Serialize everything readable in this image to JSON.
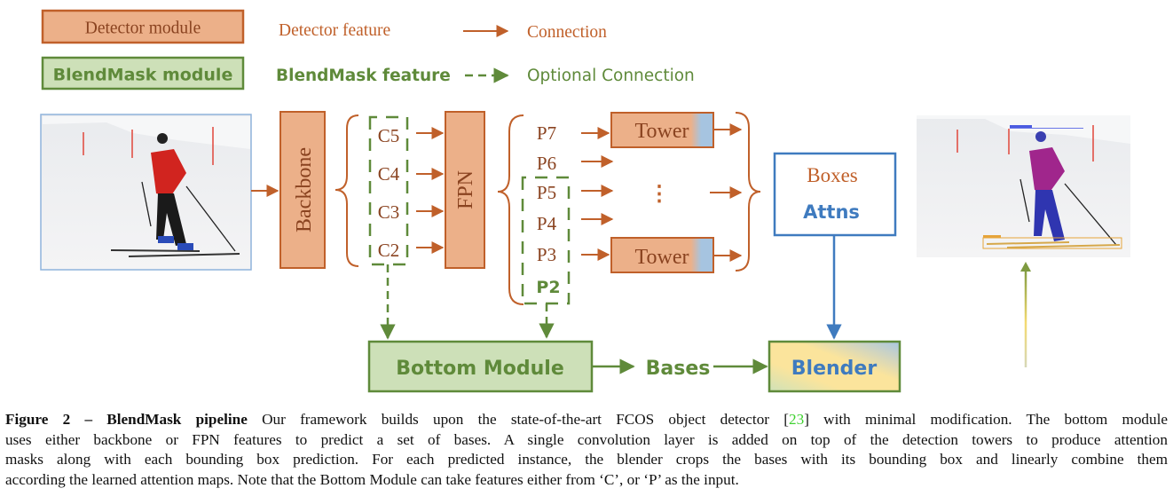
{
  "legend": {
    "detector_module": "Detector module",
    "blendmask_module": "BlendMask module",
    "detector_feature": "Detector feature",
    "blendmask_feature": "BlendMask feature",
    "connection": "Connection",
    "optional_connection": "Optional Connection"
  },
  "nodes": {
    "backbone": "Backbone",
    "fpn": "FPN",
    "c_features": [
      "C5",
      "C4",
      "C3",
      "C2"
    ],
    "p_features": [
      "P7",
      "P6",
      "P5",
      "P4",
      "P3",
      "P2"
    ],
    "tower_top": "Tower",
    "tower_bottom": "Tower",
    "ellipsis": "⋮",
    "boxes": "Boxes",
    "attns": "Attns",
    "bottom_module": "Bottom Module",
    "bases": "Bases",
    "blender": "Blender"
  },
  "images": {
    "input": "input-skier-photo",
    "output": "output-segmented-skier-photo"
  },
  "colors": {
    "detector_fill": "#ecb089",
    "detector_stroke": "#c0602a",
    "detector_text": "#8a4320",
    "blendmask_fill": "#cde0b8",
    "blendmask_stroke": "#5f8a3a",
    "blendmask_text": "#5f8a3a",
    "attn_blue": "#3f7bbf",
    "tower_blue": "#a6c4e0",
    "blender_yellow": "#fbe49c",
    "citation_green": "#3ed12f"
  },
  "caption": {
    "label": "Figure 2 – BlendMask pipeline",
    "lines": [
      {
        "pre": " Our framework builds upon the state-of-the-art FCOS object detector [",
        "cite": "23",
        "post": "] with minimal modification. The bottom module"
      },
      {
        "pre": "uses either backbone or FPN features to predict a set of bases.  A single convolution layer is added on top of the detection towers to produce attention"
      },
      {
        "pre": "masks along with each bounding box prediction. For each predicted instance, the blender crops the bases with its bounding box and linearly combine them"
      },
      {
        "pre": "according the learned attention maps. Note that the Bottom Module can take features either from ‘C’, or ‘P’ as the input."
      }
    ]
  }
}
